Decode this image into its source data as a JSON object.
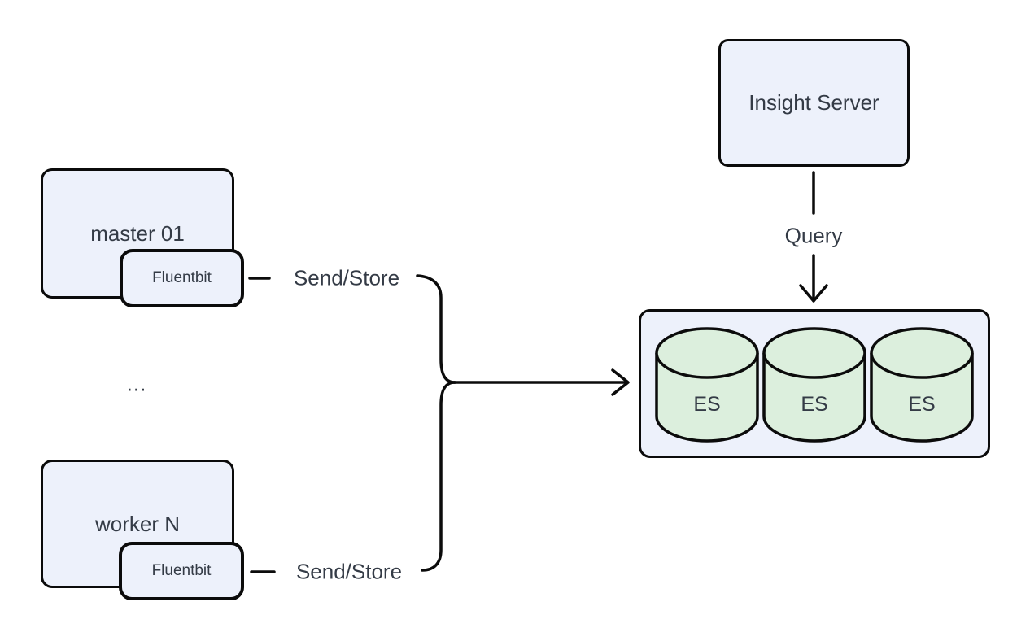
{
  "diagram": {
    "colors": {
      "node_fill": "#edf1fb",
      "db_fill": "#dcefdd",
      "stroke": "#0b0b0b",
      "text": "#343b46",
      "background": "#ffffff"
    },
    "nodes": {
      "master": {
        "label": "master 01"
      },
      "master_agent": {
        "label": "Fluentbit"
      },
      "ellipsis": {
        "label": "..."
      },
      "worker": {
        "label": "worker N"
      },
      "worker_agent": {
        "label": "Fluentbit"
      },
      "insight_server": {
        "label": "Insight Server"
      },
      "es_cluster": {
        "db_labels": [
          "ES",
          "ES",
          "ES"
        ]
      }
    },
    "edges": {
      "send_store_top": {
        "label": "Send/Store"
      },
      "send_store_bottom": {
        "label": "Send/Store"
      },
      "query": {
        "label": "Query"
      }
    }
  }
}
